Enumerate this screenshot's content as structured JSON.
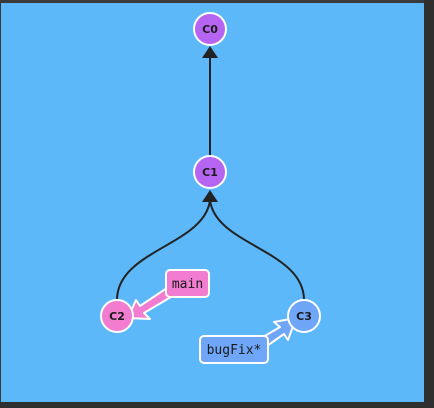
{
  "colors": {
    "background": "#5cb8f8",
    "commit_fill": "#b565f2",
    "main_branch": "#f27cd0",
    "bugfix_branch": "#6fa6f8",
    "edge": "#222222"
  },
  "commits": [
    {
      "id": "C0",
      "label": "C0",
      "color": "#b565f2"
    },
    {
      "id": "C1",
      "label": "C1",
      "color": "#b565f2"
    },
    {
      "id": "C2",
      "label": "C2",
      "color": "#f27cd0"
    },
    {
      "id": "C3",
      "label": "C3",
      "color": "#6fa6f8"
    }
  ],
  "edges": [
    {
      "from": "C1",
      "to": "C0"
    },
    {
      "from": "C2",
      "to": "C1"
    },
    {
      "from": "C3",
      "to": "C1"
    }
  ],
  "branches": [
    {
      "name": "main",
      "target": "C2",
      "color": "#f27cd0",
      "checked_out": false
    },
    {
      "name": "bugFix*",
      "target": "C3",
      "color": "#6fa6f8",
      "checked_out": true
    }
  ]
}
